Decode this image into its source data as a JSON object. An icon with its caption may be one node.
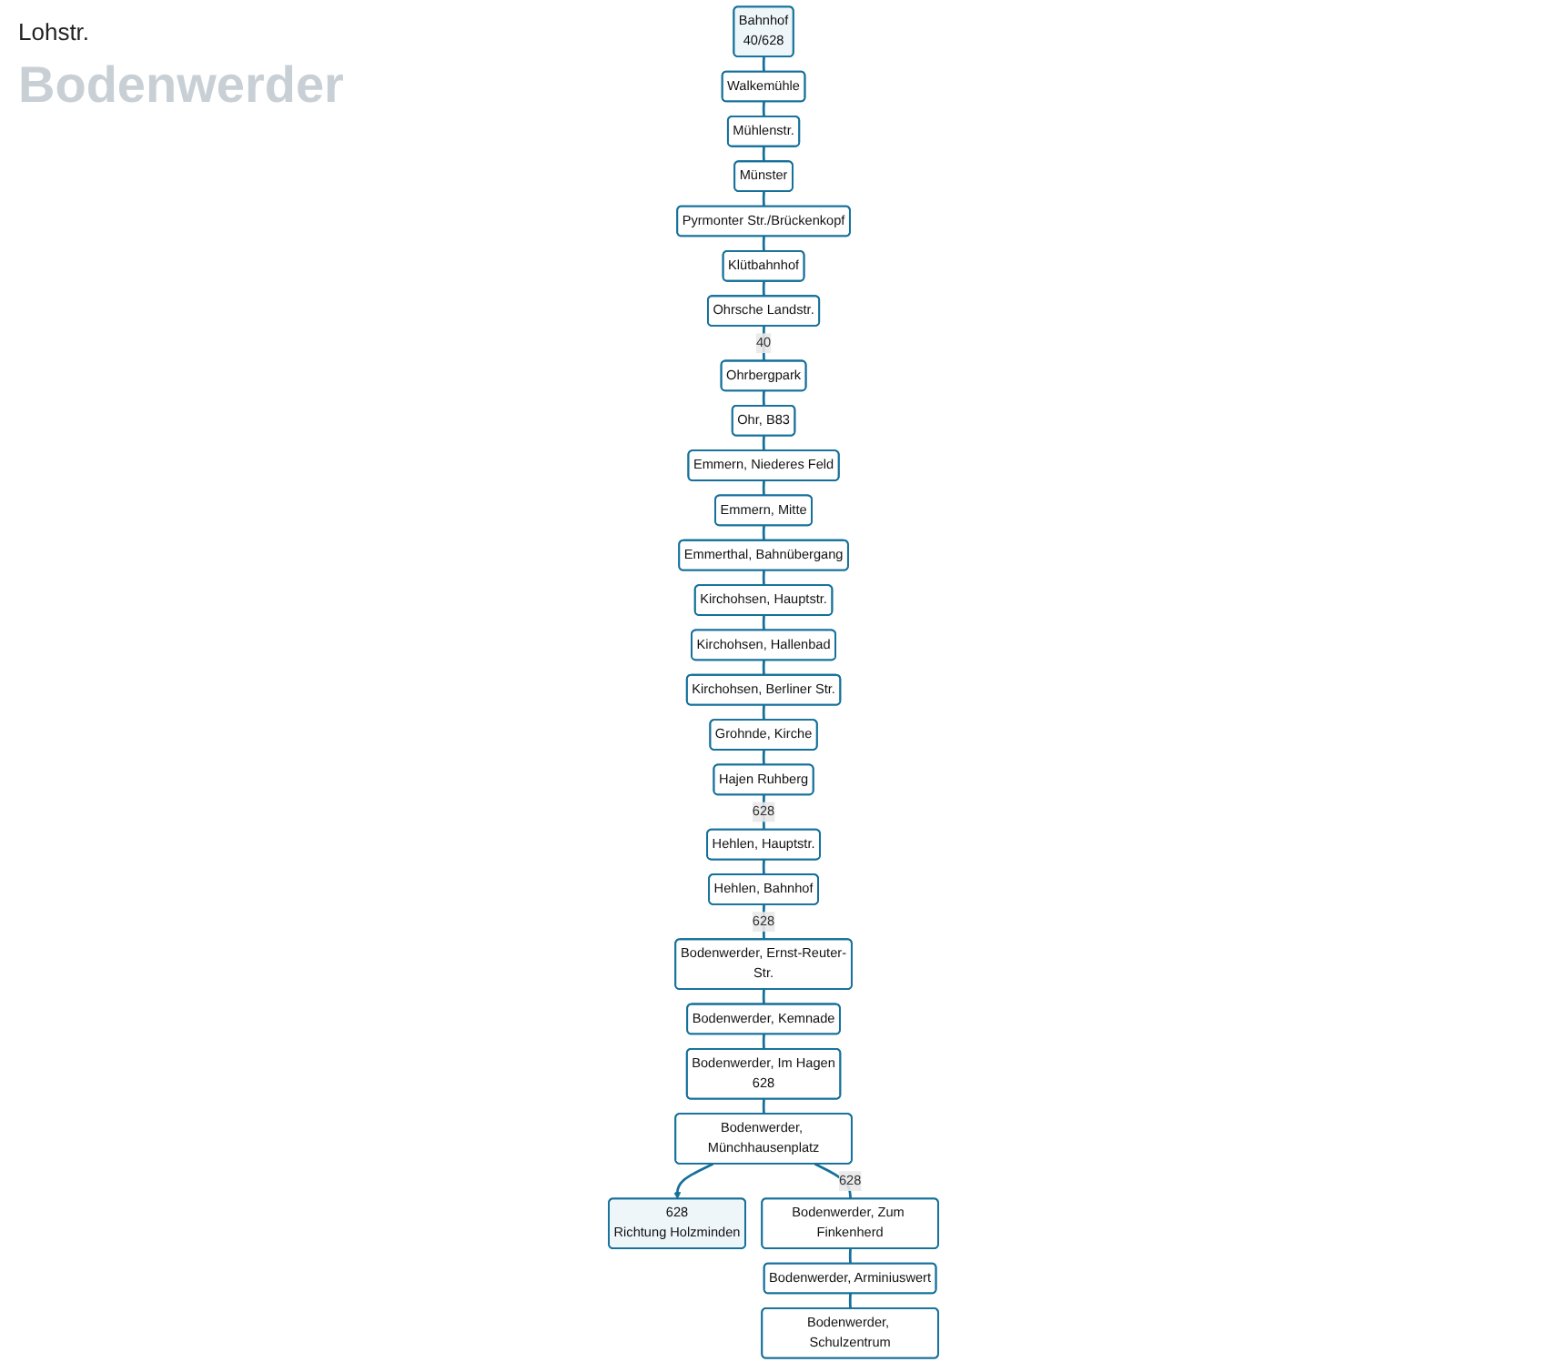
{
  "diagram": {
    "nodes": [
      {
        "text": [
          "Bahnhof",
          "40/628"
        ]
      },
      {
        "text": [
          "Walkemühle"
        ]
      },
      {
        "text": [
          "Mühlenstr."
        ]
      },
      {
        "text": [
          "Münster"
        ]
      },
      {
        "text": [
          "Pyrmonter Str./Brückenkopf"
        ]
      },
      {
        "text": [
          "Klütbahnhof"
        ]
      },
      {
        "text": [
          "Ohrsche Landstr."
        ]
      },
      {
        "text": [
          "Ohrbergpark"
        ]
      },
      {
        "text": [
          "Ohr, B83"
        ]
      },
      {
        "text": [
          "Emmern, Niederes Feld"
        ]
      },
      {
        "text": [
          "Emmern, Mitte"
        ]
      },
      {
        "text": [
          "Emmerthal, Bahnübergang"
        ]
      },
      {
        "text": [
          "Kirchohsen, Hauptstr."
        ]
      },
      {
        "text": [
          "Kirchohsen, Hallenbad"
        ]
      },
      {
        "text": [
          "Kirchohsen, Berliner Str."
        ]
      },
      {
        "text": [
          "Grohnde, Kirche"
        ]
      },
      {
        "text": [
          "Hajen Ruhberg"
        ]
      },
      {
        "text": [
          "Hehlen, Hauptstr."
        ]
      },
      {
        "text": [
          "Hehlen, Bahnhof"
        ]
      },
      {
        "text": [
          "Bodenwerder, Ernst-Reuter-Str."
        ]
      },
      {
        "text": [
          "Bodenwerder, Kemnade"
        ]
      },
      {
        "text": [
          "Bodenwerder, Im Hagen",
          "628"
        ]
      },
      {
        "text": [
          "Bodenwerder, Münchhausenplatz"
        ]
      },
      {
        "text": [
          "628",
          "Richtung Holzminden"
        ]
      },
      {
        "text": [
          "Bodenwerder, Zum Finkenherd"
        ]
      },
      {
        "text": [
          "Bodenwerder, Arminiuswert"
        ]
      },
      {
        "text": [
          "Bodenwerder, Schulzentrum"
        ]
      }
    ],
    "edges": [
      {
        "from": 0,
        "to": 1,
        "arrow": "none"
      },
      {
        "from": 1,
        "to": 2,
        "arrow": "none"
      },
      {
        "from": 2,
        "to": 3,
        "arrow": "none"
      },
      {
        "from": 3,
        "to": 4,
        "arrow": "none"
      },
      {
        "from": 4,
        "to": 5,
        "arrow": "none"
      },
      {
        "from": 5,
        "to": 6,
        "arrow": "none"
      },
      {
        "from": 6,
        "to": 7,
        "arrow": "none",
        "label": "40"
      },
      {
        "from": 7,
        "to": 8,
        "arrow": "none"
      },
      {
        "from": 8,
        "to": 9,
        "arrow": "none"
      },
      {
        "from": 9,
        "to": 10,
        "arrow": "none"
      },
      {
        "from": 10,
        "to": 11,
        "arrow": "none"
      },
      {
        "from": 11,
        "to": 12,
        "arrow": "none"
      },
      {
        "from": 12,
        "to": 13,
        "arrow": "none"
      },
      {
        "from": 13,
        "to": 14,
        "arrow": "none"
      },
      {
        "from": 14,
        "to": 15,
        "arrow": "none"
      },
      {
        "from": 15,
        "to": 16,
        "arrow": "none"
      },
      {
        "from": 16,
        "to": 17,
        "arrow": "none",
        "label": "628"
      },
      {
        "from": 17,
        "to": 18,
        "arrow": "none"
      },
      {
        "from": 18,
        "to": 19,
        "arrow": "none",
        "label": "628"
      },
      {
        "from": 19,
        "to": 20,
        "arrow": "none"
      },
      {
        "from": 20,
        "to": 21,
        "arrow": "none"
      },
      {
        "from": 21,
        "to": 22,
        "arrow": "none"
      },
      {
        "from": 22,
        "to": 23,
        "arrow": "to"
      },
      {
        "from": 22,
        "to": 24,
        "arrow": "none",
        "label": "628"
      },
      {
        "from": 24,
        "to": 25,
        "arrow": "none"
      },
      {
        "from": 25,
        "to": 26,
        "arrow": "none"
      }
    ],
    "labels": [
      "Lohstr.",
      "Bodenwerder"
    ]
  }
}
